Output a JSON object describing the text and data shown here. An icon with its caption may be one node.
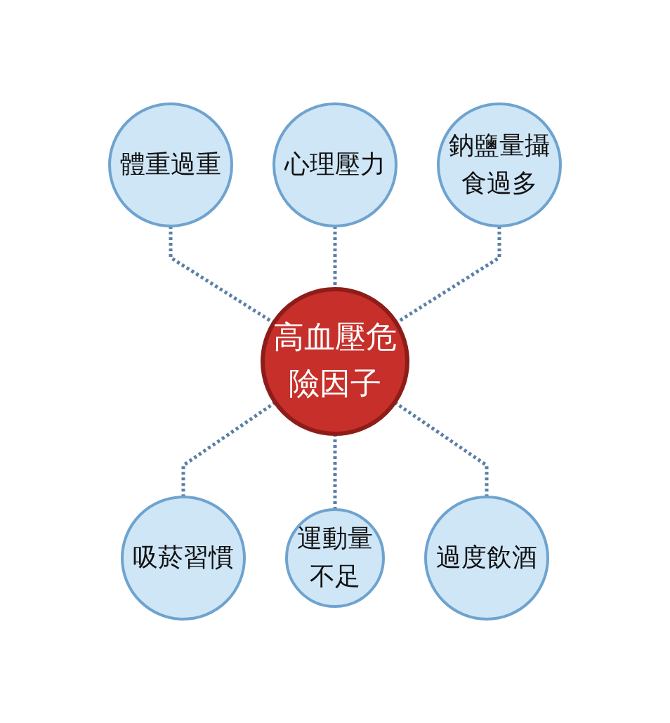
{
  "diagram": {
    "nodes": [
      {
        "text": [
          "高血壓危險因子"
        ]
      },
      {
        "text": [
          "體重過重"
        ]
      },
      {
        "text": [
          "心理壓力"
        ]
      },
      {
        "text": [
          "鈉鹽量攝食過多"
        ]
      },
      {
        "text": [
          "吸菸習慣"
        ]
      },
      {
        "text": [
          "運動量不足"
        ]
      },
      {
        "text": [
          "過度飲酒"
        ]
      }
    ],
    "edges": [
      {
        "from": 1,
        "to": 0,
        "arrow": "none",
        "style": "dashed"
      },
      {
        "from": 2,
        "to": 0,
        "arrow": "none",
        "style": "dashed"
      },
      {
        "from": 3,
        "to": 0,
        "arrow": "none",
        "style": "dashed"
      },
      {
        "from": 0,
        "to": 4,
        "arrow": "none",
        "style": "dashed"
      },
      {
        "from": 0,
        "to": 5,
        "arrow": "none",
        "style": "dashed"
      },
      {
        "from": 0,
        "to": 6,
        "arrow": "none",
        "style": "dashed"
      }
    ]
  }
}
